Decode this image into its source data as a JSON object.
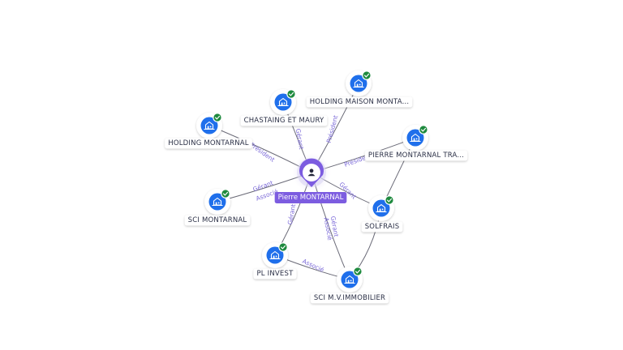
{
  "center": {
    "name": "Pierre MONTARNAL",
    "icon": "person-icon",
    "color": "#7c5ce0"
  },
  "colors": {
    "company_icon_bg": "#1f6feb",
    "verified_badge": "#1e8a3e",
    "edge": "#6b6b78",
    "edge_label": "#7a68d8"
  },
  "companies": [
    {
      "id": "holding-maison",
      "name": "HOLDING MAISON MONTA...",
      "icon": "company-building-icon",
      "verified": true
    },
    {
      "id": "chastaing",
      "name": "CHASTAING ET MAURY",
      "icon": "company-building-icon",
      "verified": true
    },
    {
      "id": "holding-montarnal",
      "name": "HOLDING MONTARNAL",
      "icon": "company-building-icon",
      "verified": true
    },
    {
      "id": "pierre-montarnal-tra",
      "name": "PIERRE MONTARNAL TRA...",
      "icon": "company-building-icon",
      "verified": true
    },
    {
      "id": "sci-montarnal",
      "name": "SCI MONTARNAL",
      "icon": "company-building-icon",
      "verified": true
    },
    {
      "id": "solfrais",
      "name": "SOLFRAIS",
      "icon": "company-building-icon",
      "verified": true
    },
    {
      "id": "pl-invest",
      "name": "PL INVEST",
      "icon": "company-building-icon",
      "verified": true
    },
    {
      "id": "sci-mv",
      "name": "SCI M.V.IMMOBILIER",
      "icon": "company-building-icon",
      "verified": true
    }
  ],
  "relations": [
    {
      "from": "center",
      "to": "holding-maison",
      "roles": [
        "Président"
      ]
    },
    {
      "from": "center",
      "to": "chastaing",
      "roles": [
        "Gérant"
      ]
    },
    {
      "from": "center",
      "to": "holding-montarnal",
      "roles": [
        "Président"
      ]
    },
    {
      "from": "center",
      "to": "pierre-montarnal-tra",
      "roles": [
        "Président"
      ]
    },
    {
      "from": "center",
      "to": "sci-montarnal",
      "roles": [
        "Gérant",
        "Associé"
      ]
    },
    {
      "from": "center",
      "to": "solfrais",
      "roles": [
        "Gérant"
      ]
    },
    {
      "from": "center",
      "to": "pl-invest",
      "roles": [
        "Gérant"
      ]
    },
    {
      "from": "center",
      "to": "sci-mv",
      "roles": [
        "Gérant",
        "Associé"
      ]
    },
    {
      "from": "sci-mv",
      "to": "pl-invest",
      "roles": [
        "Associé"
      ]
    },
    {
      "from": "sci-mv",
      "to": "solfrais",
      "roles": []
    },
    {
      "from": "solfrais",
      "to": "pierre-montarnal-tra",
      "roles": []
    }
  ]
}
